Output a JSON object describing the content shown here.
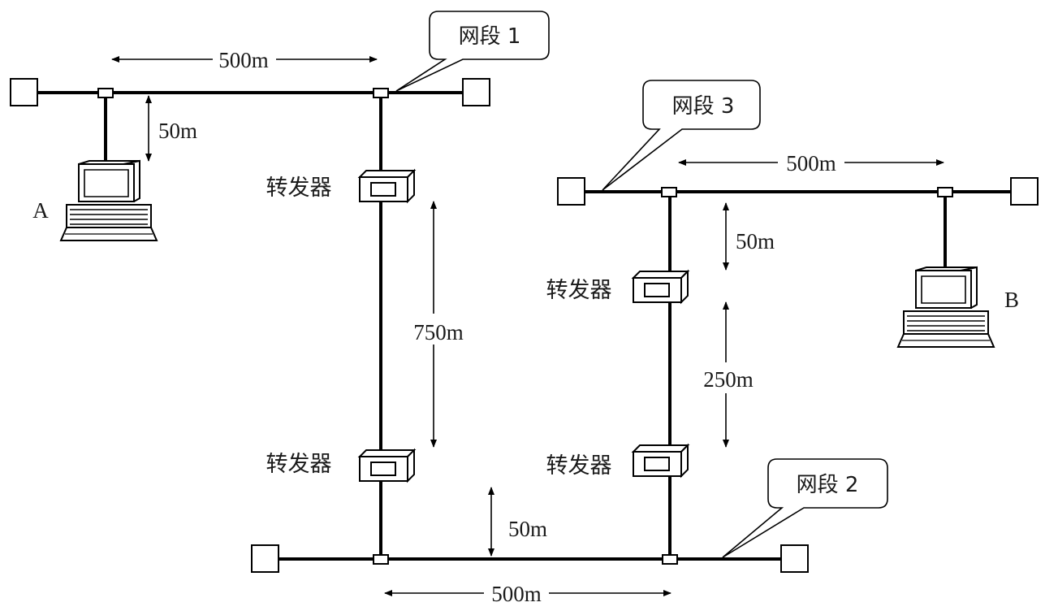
{
  "segments": {
    "seg1": "网段 1",
    "seg2": "网段 2",
    "seg3": "网段 3"
  },
  "repeater_label": "转发器",
  "hosts": {
    "a": "A",
    "b": "B"
  },
  "distances": {
    "seg1_length": "500m",
    "seg3_length": "500m",
    "seg2_length": "500m",
    "host_a_drop": "50m",
    "host_b_side_drop": "50m",
    "seg1_to_seg2_link": "750m",
    "seg3_to_seg2_link": "250m",
    "link_to_seg2_drop": "50m"
  },
  "colors": {
    "line": "#000000",
    "background": "#ffffff"
  }
}
